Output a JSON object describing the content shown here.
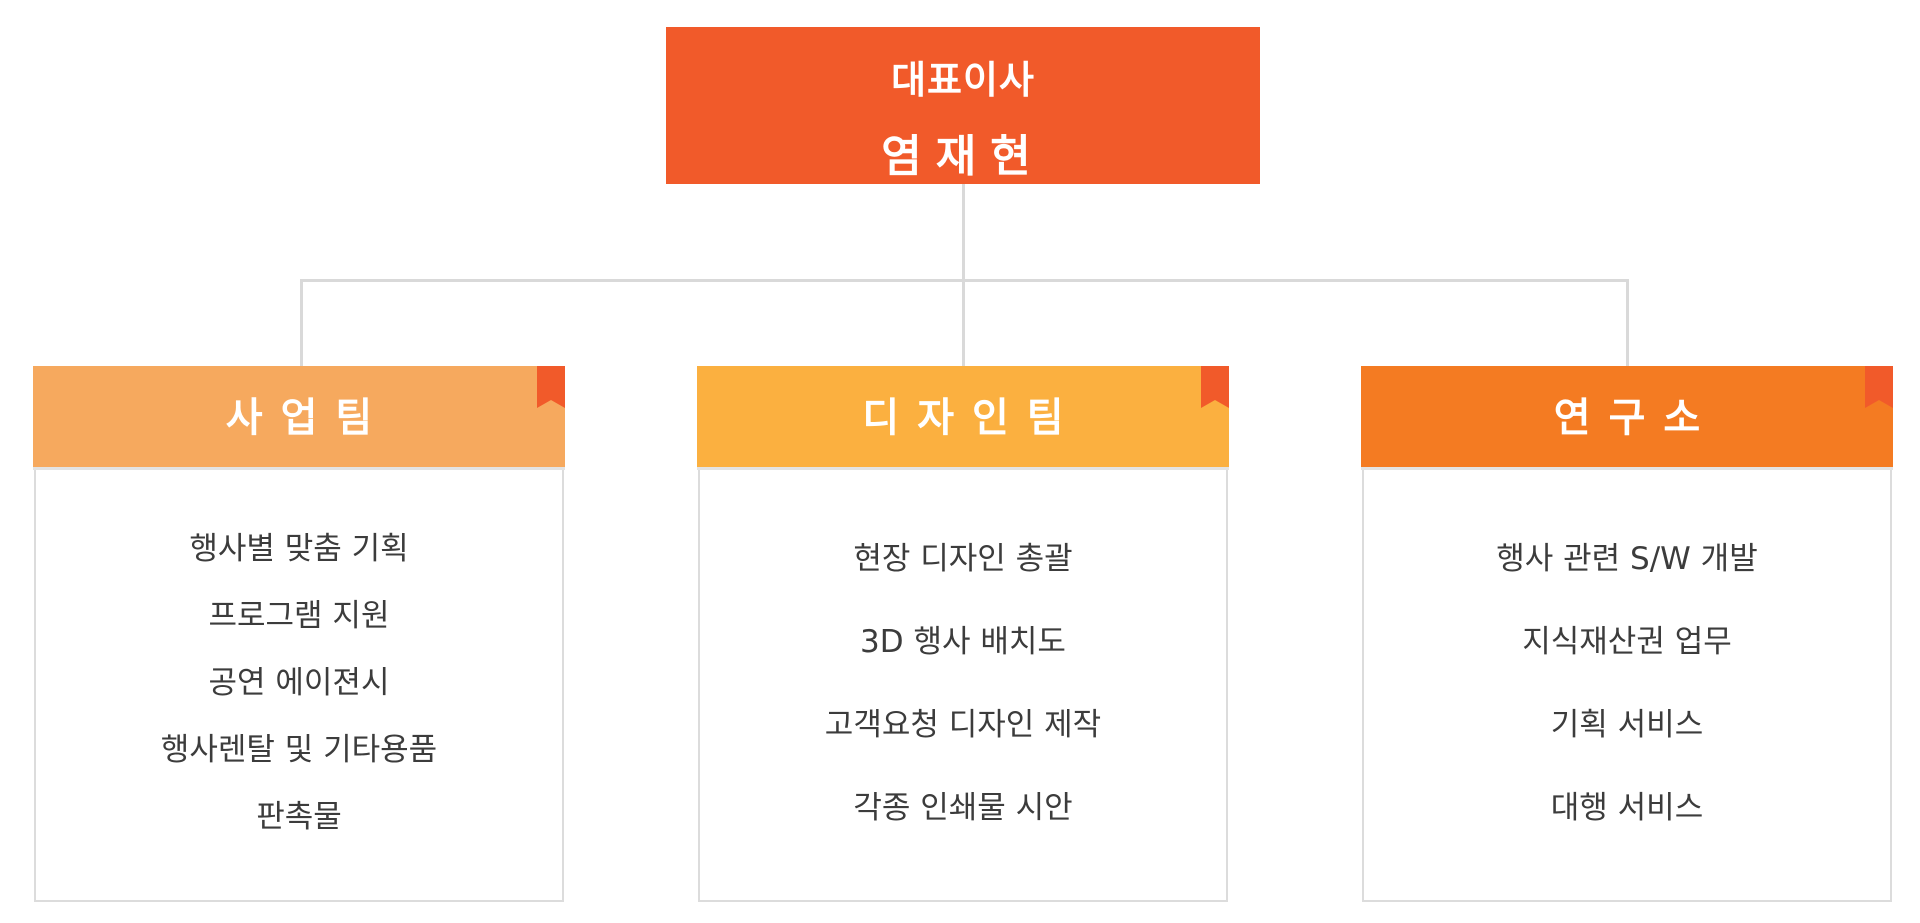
{
  "ceo": {
    "title": "대표이사",
    "name": "염재현",
    "color": "#f15a2a"
  },
  "connector_color": "#d9d9d9",
  "accent_bookmark_color": "#f15a2a",
  "teams": [
    {
      "name": "사업팀",
      "header_color": "#f6a95e",
      "items": [
        "행사별 맞춤 기획",
        "프로그램 지원",
        "공연 에이젼시",
        "행사렌탈 및 기타용품",
        "판촉물"
      ]
    },
    {
      "name": "디자인팀",
      "header_color": "#fbb040",
      "items": [
        "현장 디자인 총괄",
        "3D 행사 배치도",
        "고객요청 디자인 제작",
        "각종 인쇄물 시안"
      ]
    },
    {
      "name": "연구소",
      "header_color": "#f47b22",
      "items": [
        "행사 관련 S/W 개발",
        "지식재산권 업무",
        "기획 서비스",
        "대행 서비스"
      ]
    }
  ]
}
